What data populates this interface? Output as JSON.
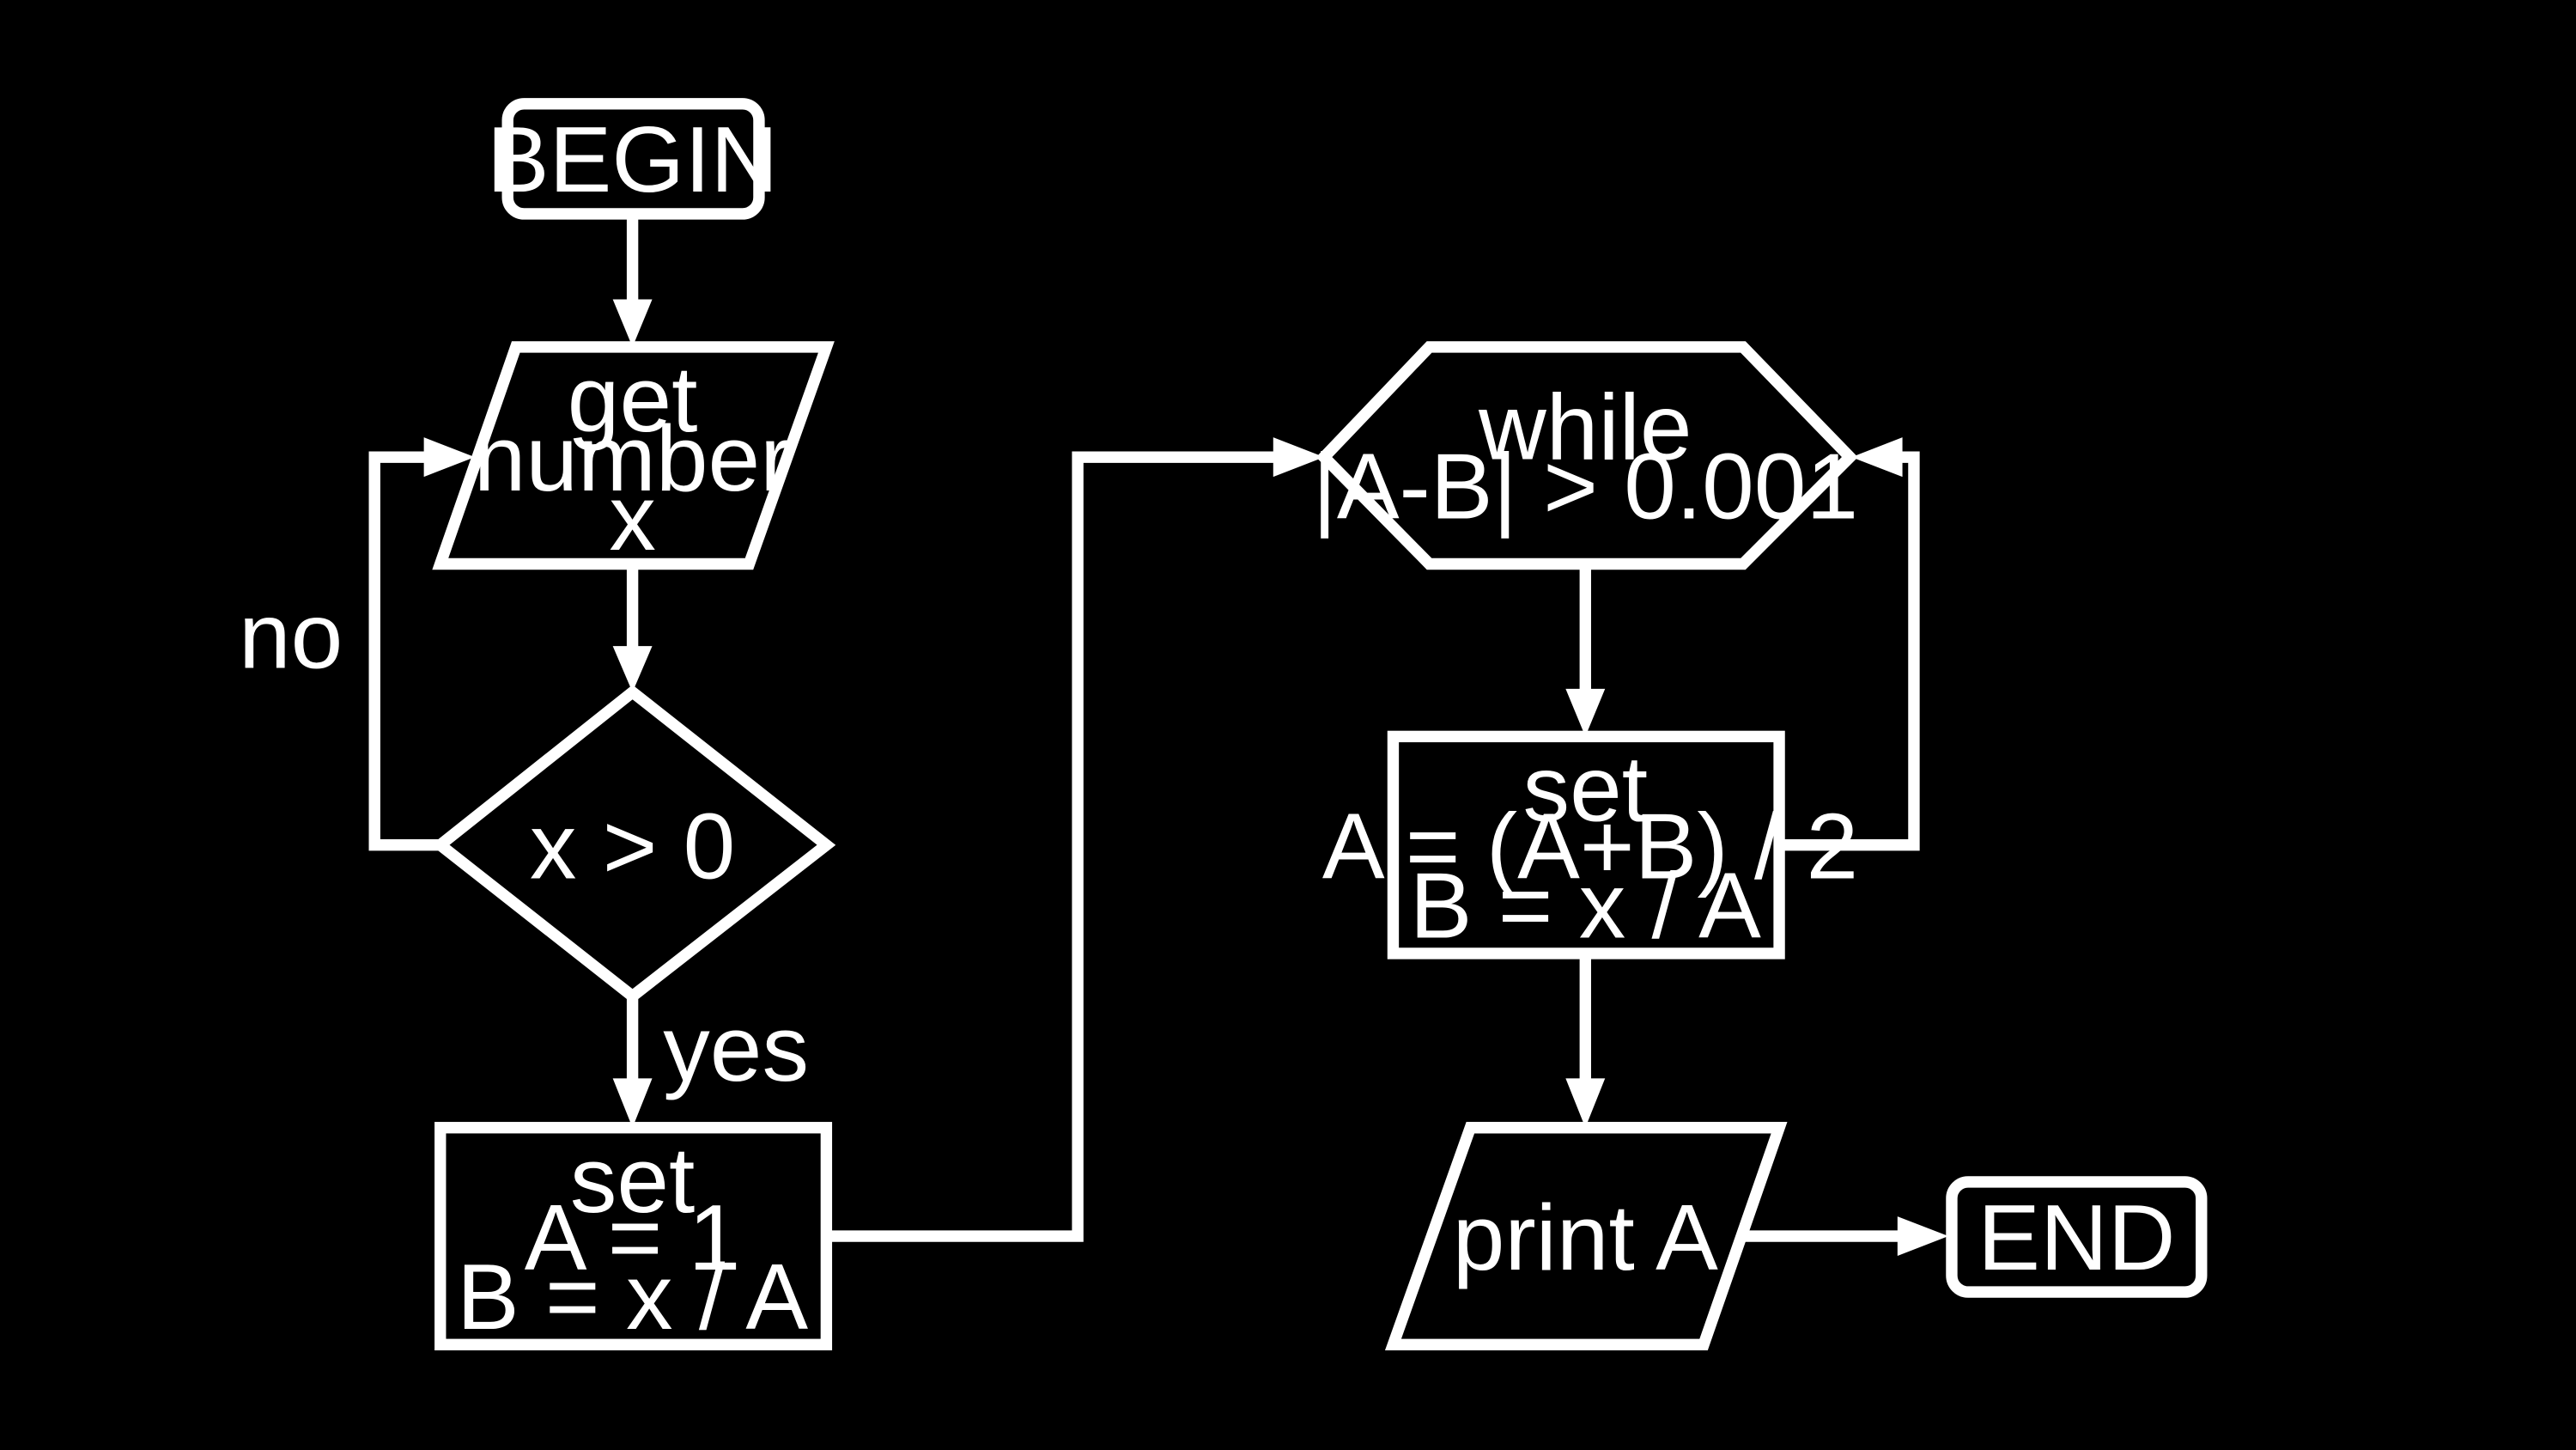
{
  "nodes": {
    "begin": {
      "lines": [
        "BEGIN"
      ]
    },
    "get": {
      "lines": [
        "get",
        "number",
        "x"
      ]
    },
    "check": {
      "lines": [
        "x > 0"
      ]
    },
    "init": {
      "lines": [
        "set",
        "A = 1",
        "B = x / A"
      ]
    },
    "loop": {
      "lines": [
        "while",
        "|A-B| > 0.001"
      ]
    },
    "update": {
      "lines": [
        "set",
        "A = (A+B) / 2",
        "B = x / A"
      ]
    },
    "print": {
      "lines": [
        "print A"
      ]
    },
    "end": {
      "lines": [
        "END"
      ]
    }
  },
  "edge_labels": {
    "no": "no",
    "yes": "yes"
  },
  "colors": {
    "background": "#000000",
    "stroke": "#ffffff",
    "text": "#ffffff"
  }
}
